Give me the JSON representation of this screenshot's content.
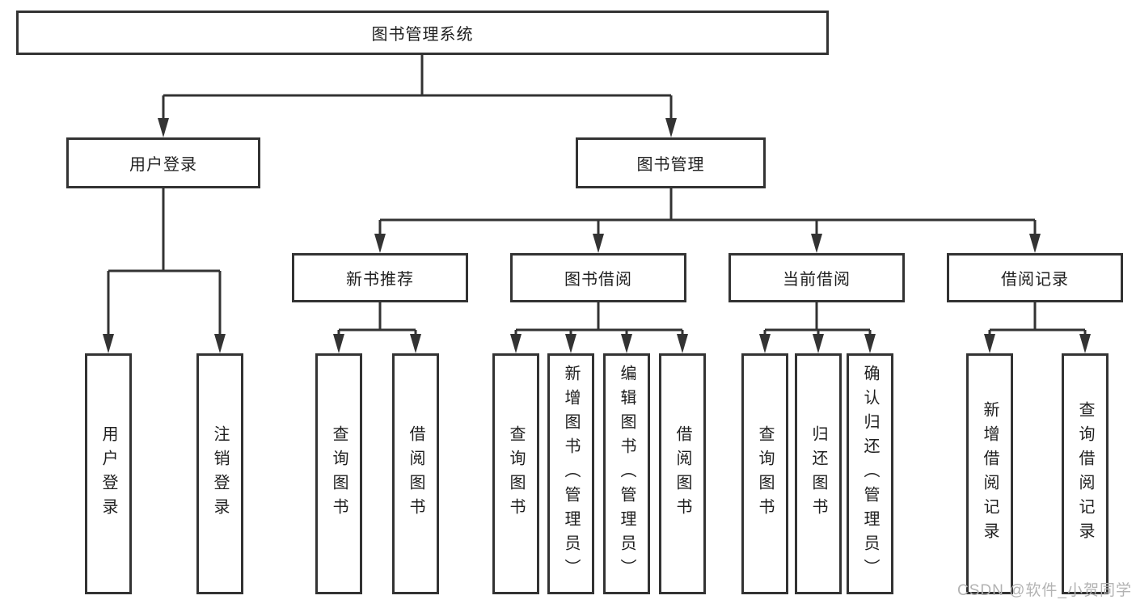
{
  "tree": {
    "root": {
      "label": "图书管理系统"
    },
    "level2": [
      {
        "label": "用户登录",
        "children": [
          {
            "label": "用户登录"
          },
          {
            "label": "注销登录"
          }
        ]
      },
      {
        "label": "图书管理",
        "children": [
          {
            "label": "新书推荐",
            "children": [
              {
                "label": "查询图书"
              },
              {
                "label": "借阅图书"
              }
            ]
          },
          {
            "label": "图书借阅",
            "children": [
              {
                "label": "查询图书"
              },
              {
                "label": "新增图书（管理员）"
              },
              {
                "label": "编辑图书（管理员）"
              },
              {
                "label": "借阅图书"
              }
            ]
          },
          {
            "label": "当前借阅",
            "children": [
              {
                "label": "查询图书"
              },
              {
                "label": "归还图书"
              },
              {
                "label": "确认归还（管理员）"
              }
            ]
          },
          {
            "label": "借阅记录",
            "children": [
              {
                "label": "新增借阅记录"
              },
              {
                "label": "查询借阅记录"
              }
            ]
          }
        ]
      }
    ]
  },
  "watermark": {
    "text": "CSDN @软件_小贺同学"
  },
  "colors": {
    "line": "#333333",
    "text": "#1f1f1f",
    "watermark": "#b3b3b3",
    "background": "#ffffff"
  }
}
